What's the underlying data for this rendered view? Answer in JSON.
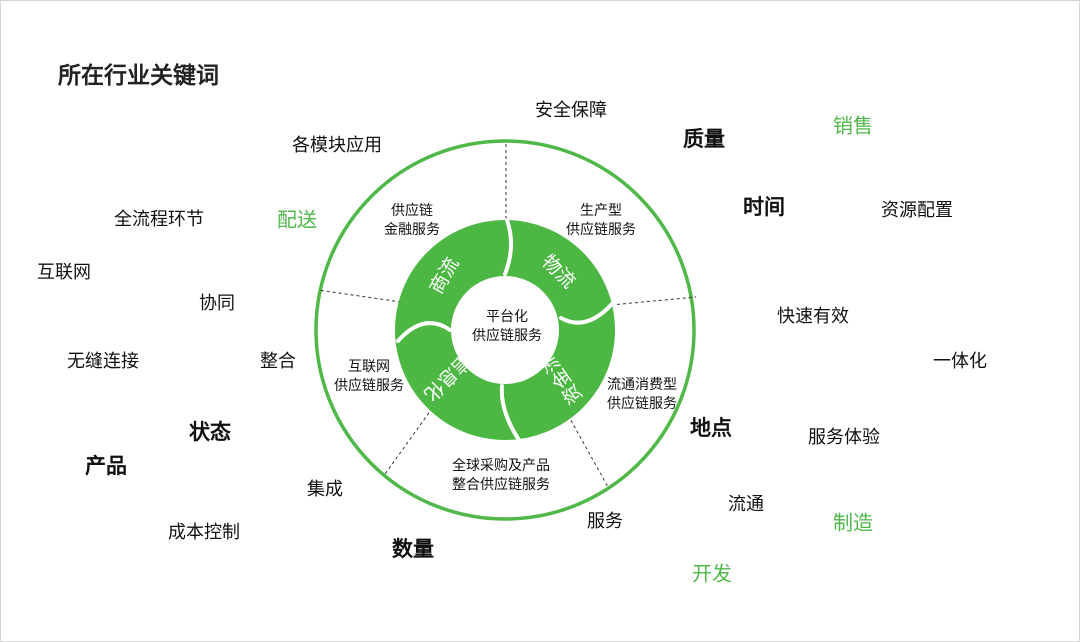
{
  "title": "所在行业关键词",
  "colors": {
    "green": "#4fb848",
    "green_fill": "#4cb843",
    "text": "#111111"
  },
  "diagram": {
    "center": [
      "平台化",
      "供应链服务"
    ],
    "ring_segments": [
      "商流",
      "物流",
      "资金流",
      "信息化"
    ],
    "outer_segments": [
      [
        "供应链",
        "金融服务"
      ],
      [
        "生产型",
        "供应链服务"
      ],
      [
        "流通消费型",
        "供应链服务"
      ],
      [
        "全球采购及产品",
        "整合供应链服务"
      ],
      [
        "互联网",
        "供应链服务"
      ]
    ]
  },
  "keywords": [
    {
      "text": "安全保障",
      "style": "normal"
    },
    {
      "text": "各模块应用",
      "style": "normal"
    },
    {
      "text": "质量",
      "style": "bold"
    },
    {
      "text": "销售",
      "style": "green"
    },
    {
      "text": "全流程环节",
      "style": "normal"
    },
    {
      "text": "配送",
      "style": "green"
    },
    {
      "text": "时间",
      "style": "bold"
    },
    {
      "text": "资源配置",
      "style": "normal"
    },
    {
      "text": "互联网",
      "style": "normal"
    },
    {
      "text": "协同",
      "style": "normal"
    },
    {
      "text": "快速有效",
      "style": "normal"
    },
    {
      "text": "无缝连接",
      "style": "normal"
    },
    {
      "text": "整合",
      "style": "normal"
    },
    {
      "text": "一体化",
      "style": "normal"
    },
    {
      "text": "状态",
      "style": "bold"
    },
    {
      "text": "地点",
      "style": "bold"
    },
    {
      "text": "服务体验",
      "style": "normal"
    },
    {
      "text": "产品",
      "style": "bold"
    },
    {
      "text": "集成",
      "style": "normal"
    },
    {
      "text": "流通",
      "style": "normal"
    },
    {
      "text": "服务",
      "style": "normal"
    },
    {
      "text": "制造",
      "style": "green"
    },
    {
      "text": "成本控制",
      "style": "normal"
    },
    {
      "text": "数量",
      "style": "bold"
    },
    {
      "text": "开发",
      "style": "green"
    }
  ]
}
